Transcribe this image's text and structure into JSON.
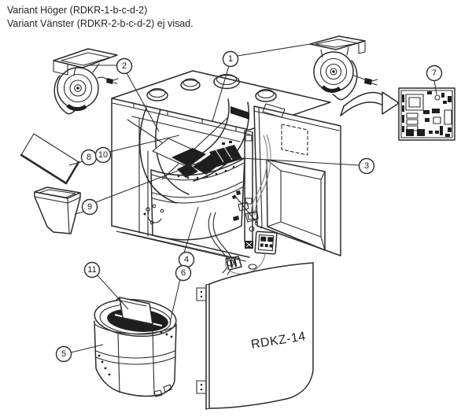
{
  "header": {
    "line1": "Variant Höger (RDKR-1-b-c-d-2)",
    "line2": "Variant Vänster (RDKR-2-b-c-d-2) ej visad."
  },
  "diagram": {
    "panel_label": "RDKZ-14",
    "callouts": [
      {
        "number": "1"
      },
      {
        "number": "2"
      },
      {
        "number": "3"
      },
      {
        "number": "4"
      },
      {
        "number": "5"
      },
      {
        "number": "6"
      },
      {
        "number": "7"
      },
      {
        "number": "8"
      },
      {
        "number": "9"
      },
      {
        "number": "10"
      },
      {
        "number": "11"
      }
    ]
  },
  "colors": {
    "line": "#2b2b2b",
    "background": "#ffffff",
    "fill_accent": "#1e1e1e"
  }
}
